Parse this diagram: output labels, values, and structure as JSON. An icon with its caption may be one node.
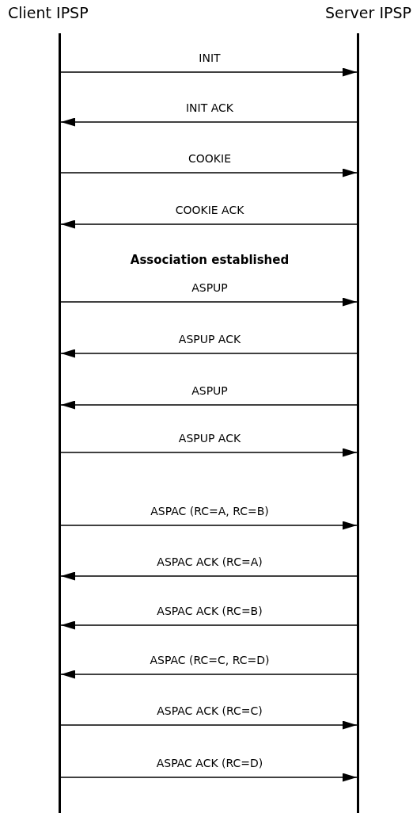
{
  "diagram": {
    "nodes": [
      {
        "text": [
          "Client IPSP"
        ]
      },
      {
        "text": [
          "Server IPSP"
        ]
      },
      {
        "text": [],
        "shape": "bar"
      },
      {
        "text": [],
        "shape": "bar"
      }
    ],
    "edges": [
      {
        "from": 2,
        "to": 3,
        "arrow": "to",
        "label": "INIT"
      },
      {
        "from": 3,
        "to": 2,
        "arrow": "to",
        "label": "INIT ACK"
      },
      {
        "from": 2,
        "to": 3,
        "arrow": "to",
        "label": "COOKIE"
      },
      {
        "from": 3,
        "to": 2,
        "arrow": "to",
        "label": "COOKIE ACK"
      },
      {
        "from": 2,
        "to": 3,
        "arrow": "to",
        "label": "ASPUP"
      },
      {
        "from": 3,
        "to": 2,
        "arrow": "to",
        "label": "ASPUP ACK"
      },
      {
        "from": 3,
        "to": 2,
        "arrow": "to",
        "label": "ASPUP"
      },
      {
        "from": 2,
        "to": 3,
        "arrow": "to",
        "label": "ASPUP ACK"
      },
      {
        "from": 2,
        "to": 3,
        "arrow": "to",
        "label": "ASPAC (RC=A, RC=B)"
      },
      {
        "from": 3,
        "to": 2,
        "arrow": "to",
        "label": "ASPAC ACK (RC=A)"
      },
      {
        "from": 3,
        "to": 2,
        "arrow": "to",
        "label": "ASPAC ACK (RC=B)"
      },
      {
        "from": 3,
        "to": 2,
        "arrow": "to",
        "label": "ASPAC (RC=C, RC=D)"
      },
      {
        "from": 2,
        "to": 3,
        "arrow": "to",
        "label": "ASPAC ACK (RC=C)"
      },
      {
        "from": 2,
        "to": 3,
        "arrow": "to",
        "label": "ASPAC ACK (RC=D)"
      }
    ],
    "labels": [
      "Association established"
    ]
  }
}
